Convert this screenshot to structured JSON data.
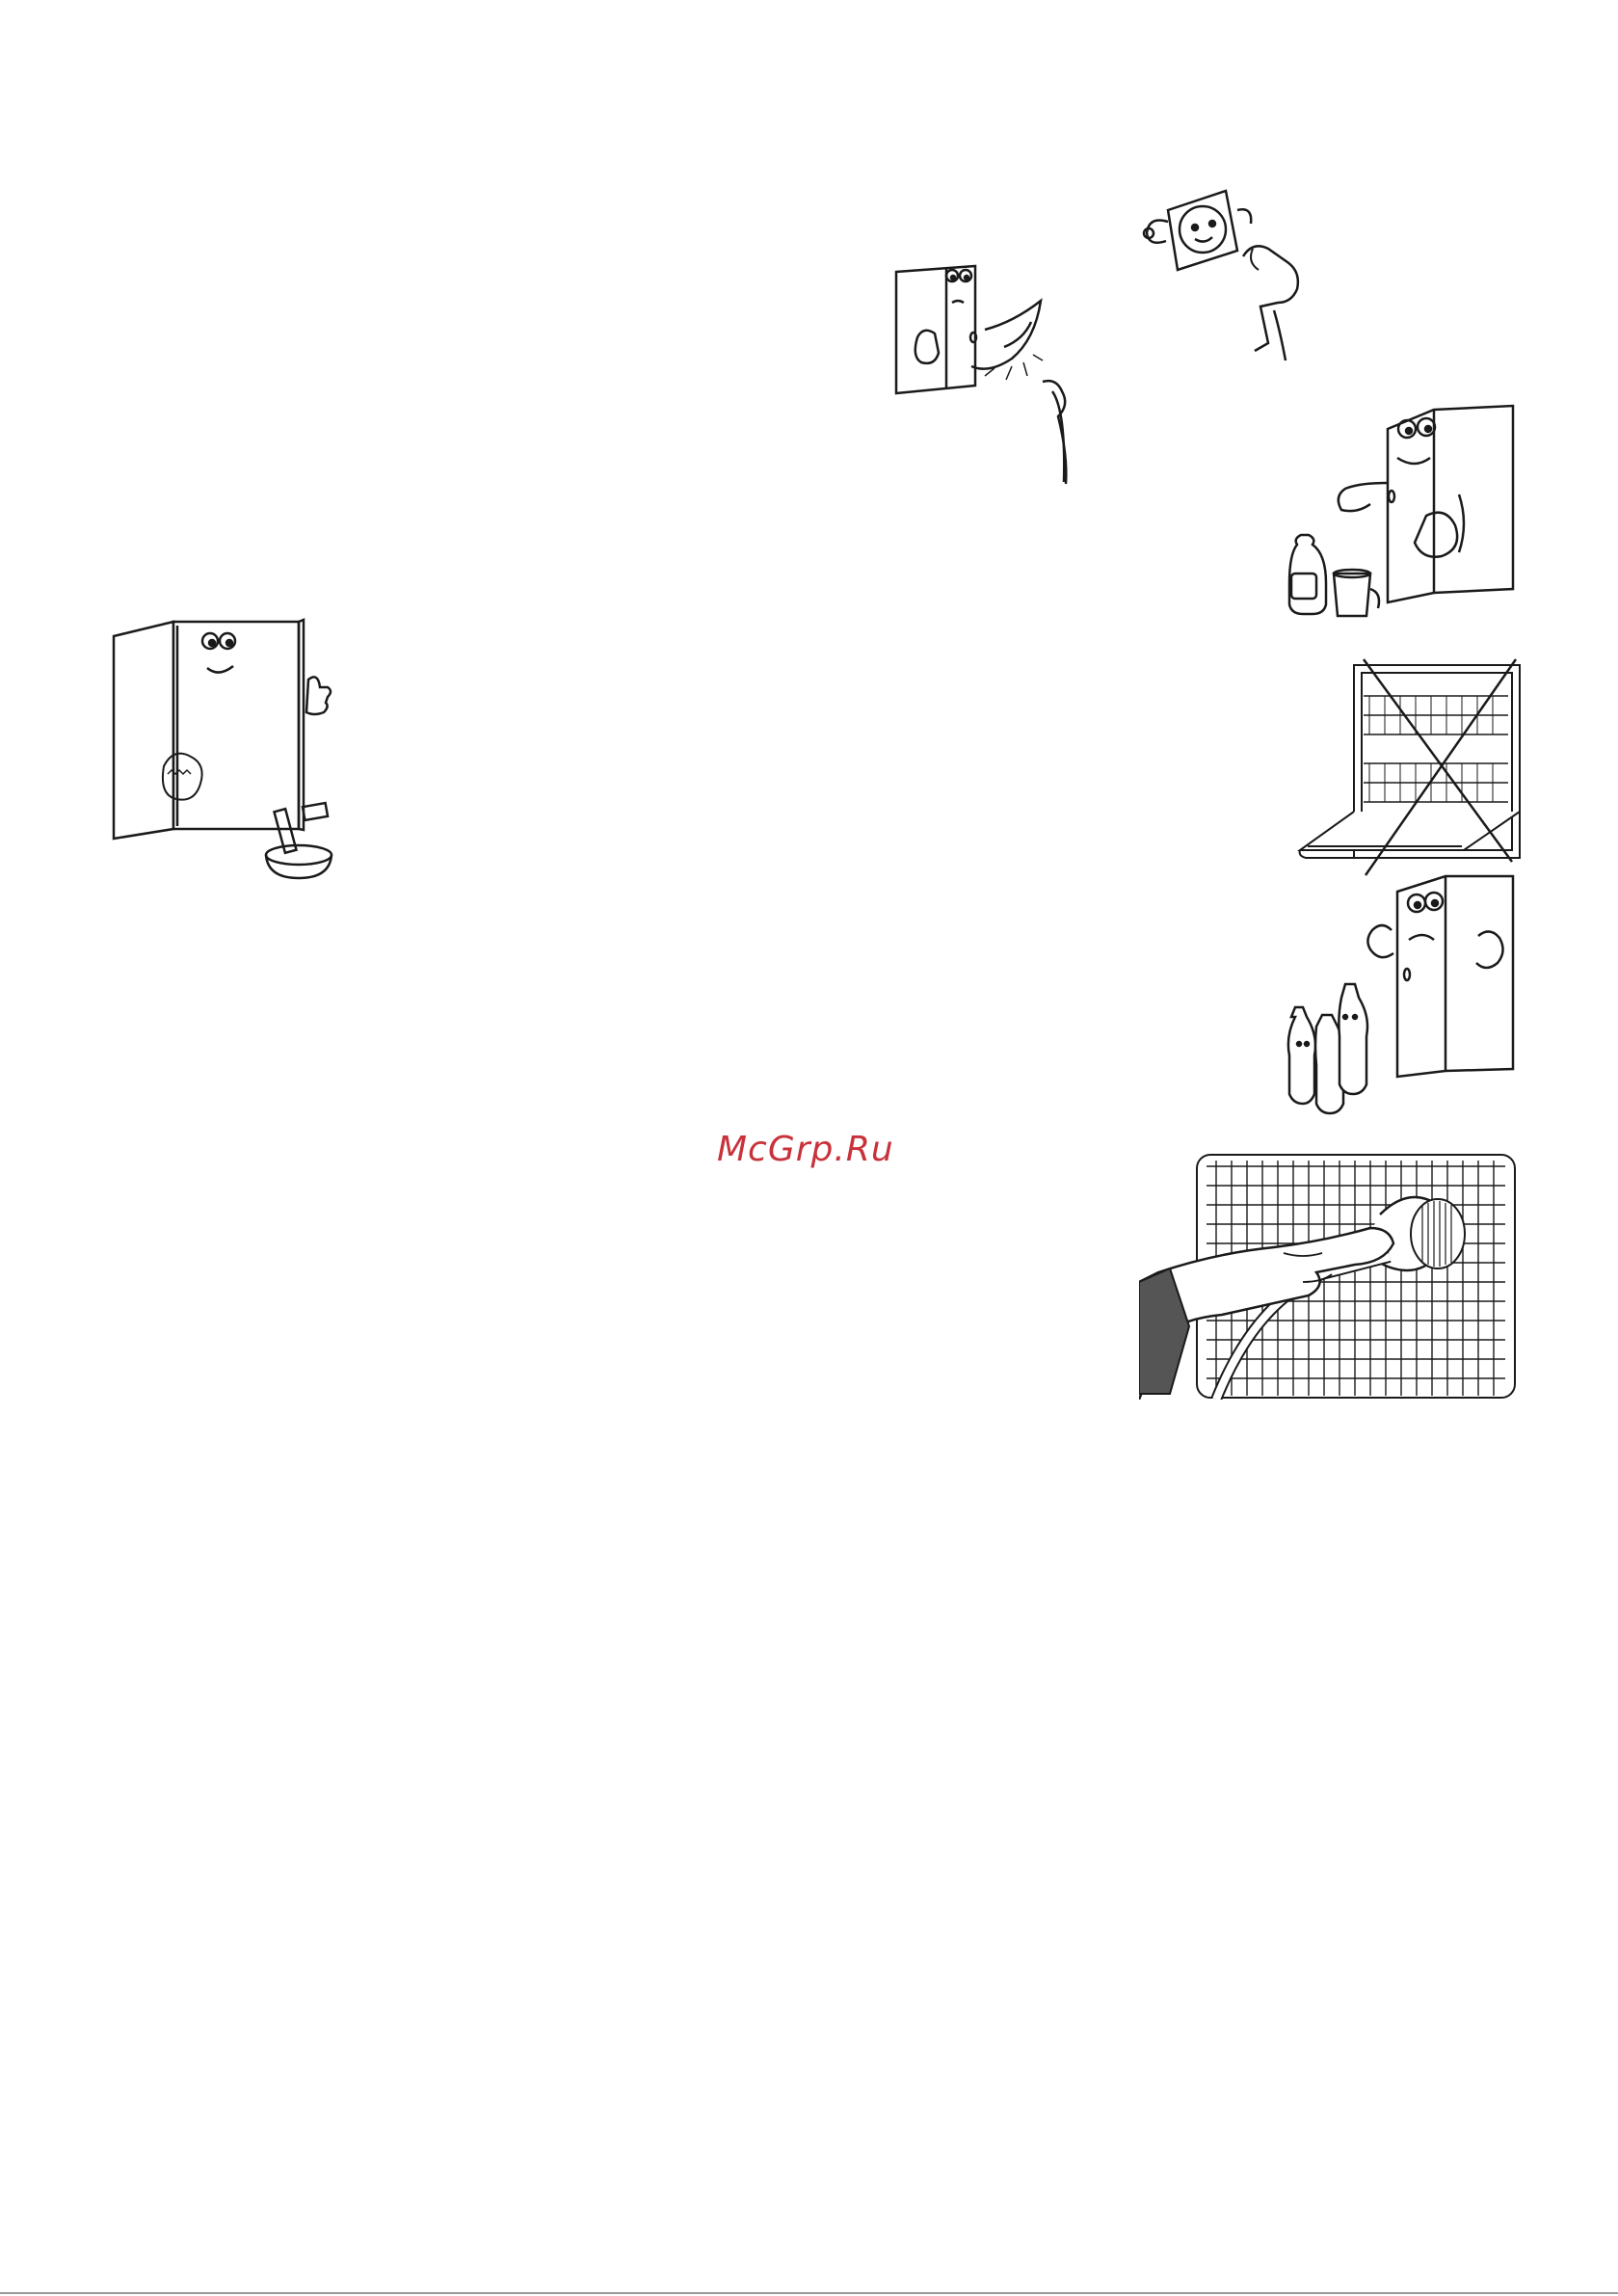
{
  "watermark": {
    "text": "McGrp.Ru",
    "color": "#c8323a"
  },
  "colors": {
    "ink": "#1a1a1a",
    "paper": "#ffffff",
    "sleeve": "#555555"
  },
  "illustrations": [
    {
      "name": "fridge-washing-with-sponge-illustration"
    },
    {
      "name": "power-socket-unplug-illustration"
    },
    {
      "name": "fridge-water-hose-prohibited-illustration"
    },
    {
      "name": "fridge-mild-detergent-bucket-illustration"
    },
    {
      "name": "dishwasher-crossed-out-illustration"
    },
    {
      "name": "fridge-harsh-chemicals-illustration"
    },
    {
      "name": "condenser-vacuum-cleaning-illustration"
    }
  ]
}
